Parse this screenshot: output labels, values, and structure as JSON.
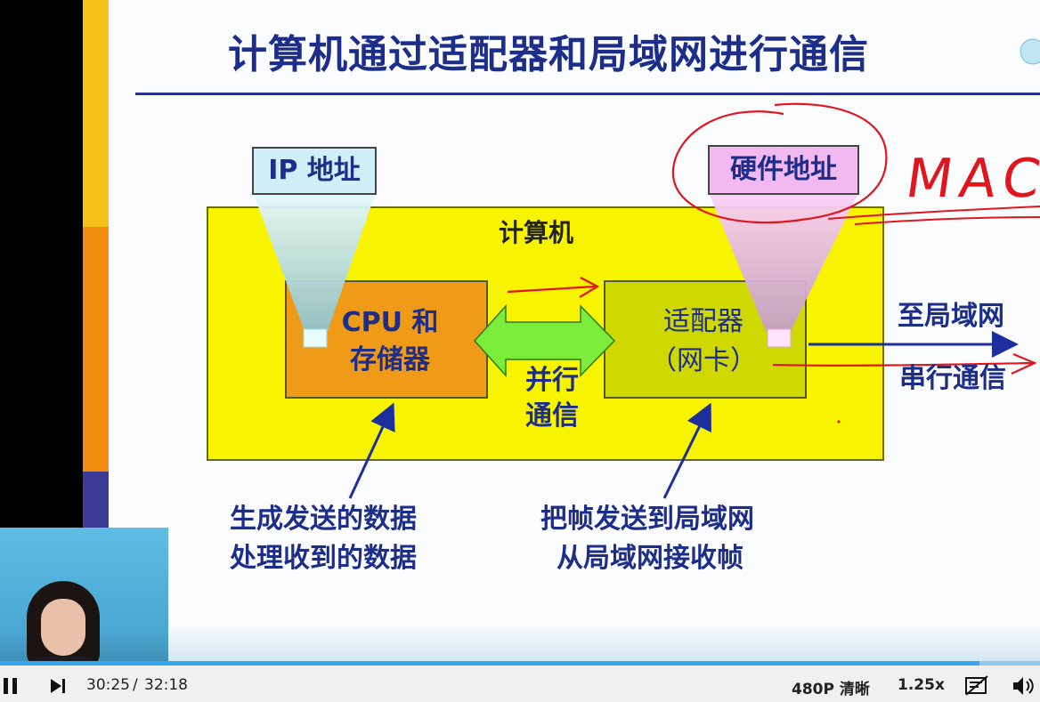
{
  "slide": {
    "title": "计算机通过适配器和局域网进行通信",
    "computer_label": "计算机",
    "cpu_label_line1": "CPU 和",
    "cpu_label_line2": "存储器",
    "adapter_label_line1": "适配器",
    "adapter_label_line2": "（网卡）",
    "parallel_line1": "并行",
    "parallel_line2": "通信",
    "ip_address_label": "IP 地址",
    "hardware_address_label": "硬件地址",
    "to_lan_label": "至局域网",
    "serial_label": "串行通信",
    "cpu_caption_line1": "生成发送的数据",
    "cpu_caption_line2": "处理收到的数据",
    "adapter_caption_line1": "把帧发送到局域网",
    "adapter_caption_line2": "从局域网接收帧",
    "handwritten_annotation": "MAC",
    "colors": {
      "title_blue": "#1c2d8a",
      "computer_yellow": "#f8f400",
      "cpu_orange": "#f09b18",
      "adapter_green": "#cfd800",
      "ink_red": "#e0161e"
    }
  },
  "player": {
    "current_time": "30:25",
    "separator": "/",
    "duration": "32:18",
    "progress_fraction": 0.942,
    "quality_label": "480P 清晰",
    "speed_label": "1.25x",
    "icons": {
      "pause": "pause-icon",
      "next": "next-icon",
      "danmaku": "danmaku-off-icon",
      "volume": "volume-icon"
    }
  }
}
